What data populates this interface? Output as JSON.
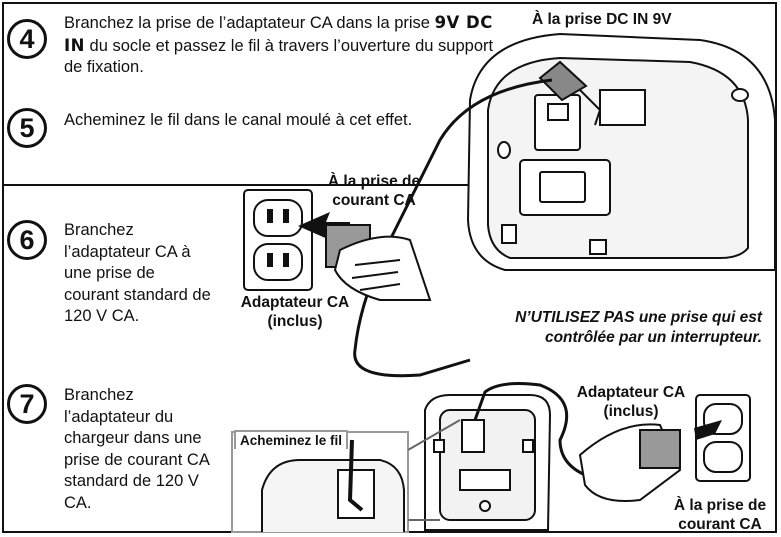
{
  "steps": [
    {
      "number": "4",
      "text_before": "Branchez la prise de l’adaptateur CA dans la prise ",
      "text_emphasis": "9V DC IN",
      "text_after": " du socle et passez le fil à travers l’ouverture du support de fixation."
    },
    {
      "number": "5",
      "text": "Acheminez le fil dans le canal moulé à cet effet."
    },
    {
      "number": "6",
      "text": "Branchez l’adaptateur CA à une prise de courant standard de 120 V CA."
    },
    {
      "number": "7",
      "text": "Branchez l’adaptateur du chargeur dans une prise de courant CA standard de 120 V CA."
    }
  ],
  "labels": {
    "dc_in": "À la prise DC IN 9V",
    "outlet_top": "À la prise de courant CA",
    "adapter_left": "Adaptateur CA (inclus)",
    "warning": "N’UTILISEZ PAS une prise qui est contrôlée par un interrupteur.",
    "adapter_right": "Adaptateur CA (inclus)",
    "route_cord": "Acheminez le fil",
    "outlet_bottom": "À la prise de courant CA"
  }
}
